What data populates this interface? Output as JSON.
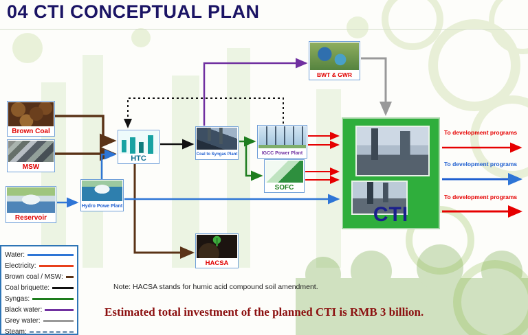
{
  "title": "04 CTI CONCEPTUAL PLAN",
  "nodes": {
    "brown_coal": {
      "label": "Brown Coal"
    },
    "msw": {
      "label": "MSW"
    },
    "reservoir": {
      "label": "Reservoir"
    },
    "htc": {
      "label": "HTC"
    },
    "hydro_power": {
      "label": "Hydro Powe Plant"
    },
    "coal_to_syngas": {
      "label": "Coal to Syngas Plant"
    },
    "igcc": {
      "label": "IGCC Power Plant"
    },
    "sofc": {
      "label": "SOFC"
    },
    "bwt_gwr": {
      "label": "BWT & GWR"
    },
    "hacsa": {
      "label": "HACSA"
    },
    "cti": {
      "label": "CTI"
    }
  },
  "outputs": [
    {
      "label": "To development  programs",
      "color": "#e60000"
    },
    {
      "label": "To development  programs",
      "color": "#1f5fd0"
    },
    {
      "label": "To development  programs",
      "color": "#e60000"
    }
  ],
  "legend": {
    "items": [
      {
        "label": "Water:",
        "color": "#2e75d6",
        "style": "solid"
      },
      {
        "label": "Electricity:",
        "color": "#e8401c",
        "style": "solid"
      },
      {
        "label": "Brown coal / MSW:",
        "color": "#5a3317",
        "style": "solid"
      },
      {
        "label": "Coal briquette:",
        "color": "#111111",
        "style": "solid"
      },
      {
        "label": "Syngas:",
        "color": "#1e7d1e",
        "style": "solid"
      },
      {
        "label": "Black water:",
        "color": "#7030a0",
        "style": "solid"
      },
      {
        "label": "Grey water:",
        "color": "#999999",
        "style": "solid"
      },
      {
        "label": "Steam:",
        "color": "#7f9db9",
        "style": "dashed"
      }
    ]
  },
  "note": "Note: HACSA stands for humic acid compound soil amendment.",
  "footer": "Estimated total investment of the planned CTI  is RMB 3 billion."
}
